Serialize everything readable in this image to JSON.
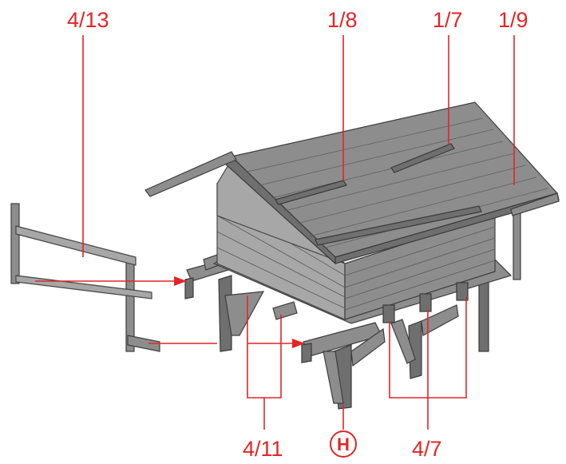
{
  "labels": {
    "fence": "4/13",
    "roof_left": "1/8",
    "roof_middle": "1/7",
    "roof_right": "1/9",
    "base_left": "4/11",
    "base_center": "H",
    "base_right": "4/7"
  },
  "colors": {
    "annotation": "#e32526",
    "model_gray": "#8d8d8d",
    "background": "#ffffff"
  }
}
